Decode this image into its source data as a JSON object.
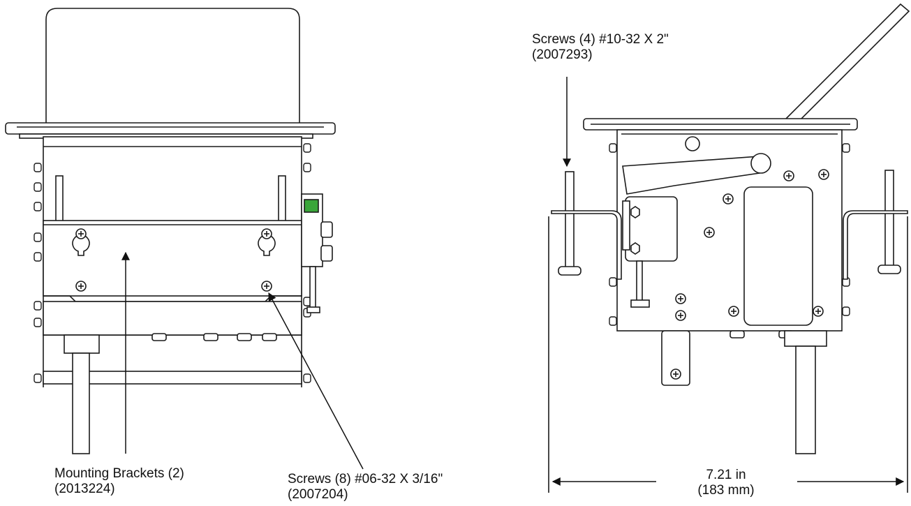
{
  "callouts": {
    "mounting_brackets": {
      "text": "Mounting Brackets (2)",
      "part": "(2013224)"
    },
    "screws_bracket": {
      "text": "Screws (8) #06-32 X 3/16\"",
      "part": "(2007204)"
    },
    "screws_long": {
      "text": "Screws (4) #10-32 X 2\"",
      "part": "(2007293)"
    }
  },
  "dimension": {
    "imperial": "7.21 in",
    "metric": "(183 mm)"
  },
  "colors": {
    "line": "#1a1a1a",
    "fill": "#ffffff",
    "accent_green": "#3aa63a"
  }
}
